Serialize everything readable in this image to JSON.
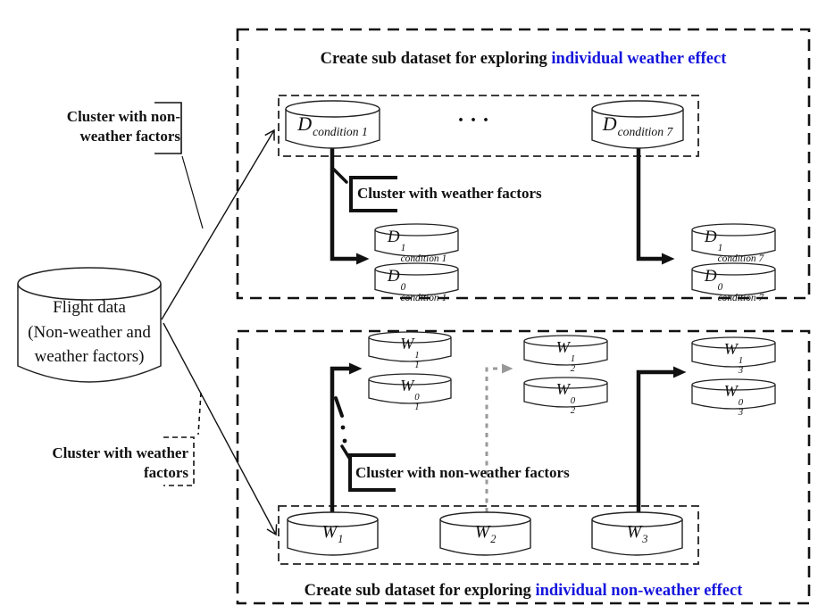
{
  "colors": {
    "blue": "#1515dd",
    "gray": "#999999",
    "ink": "#111111"
  },
  "flight_db": {
    "lines": [
      "Flight data",
      "(Non-weather and",
      "weather factors)"
    ]
  },
  "left_labels": {
    "cluster_non_weather": {
      "line1": "Cluster with non-",
      "line2": "weather factors"
    },
    "cluster_weather": {
      "line1": "Cluster with weather",
      "line2": "factors"
    }
  },
  "top_panel": {
    "title_black": "Create sub dataset for exploring ",
    "title_blue": "individual weather effect",
    "callout": "Cluster with weather factors",
    "ellipsis": "· · ·",
    "cylinders": {
      "cond1": {
        "base": "D",
        "sub": "condition 1"
      },
      "cond7": {
        "base": "D",
        "sub": "condition 7"
      },
      "cond1_s1": {
        "base": "D",
        "sup": "1",
        "sub": "condition 1"
      },
      "cond1_s0": {
        "base": "D",
        "sup": "0",
        "sub": "condition 1"
      },
      "cond7_s1": {
        "base": "D",
        "sup": "1",
        "sub": "condition 7"
      },
      "cond7_s0": {
        "base": "D",
        "sup": "0",
        "sub": "condition 7"
      }
    }
  },
  "bottom_panel": {
    "title_black": "Create sub dataset for exploring ",
    "title_blue": "individual non-weather effect",
    "callout": "Cluster with non-weather factors",
    "cylinders": {
      "w1": {
        "base": "W",
        "sub": "1"
      },
      "w2": {
        "base": "W",
        "sub": "2"
      },
      "w3": {
        "base": "W",
        "sub": "3"
      },
      "w1_s1": {
        "base": "W",
        "sup": "1",
        "sub": "1"
      },
      "w1_s0": {
        "base": "W",
        "sup": "0",
        "sub": "1"
      },
      "w2_s1": {
        "base": "W",
        "sup": "1",
        "sub": "2"
      },
      "w2_s0": {
        "base": "W",
        "sup": "0",
        "sub": "2"
      },
      "w3_s1": {
        "base": "W",
        "sup": "1",
        "sub": "3"
      },
      "w3_s0": {
        "base": "W",
        "sup": "0",
        "sub": "3"
      }
    }
  }
}
